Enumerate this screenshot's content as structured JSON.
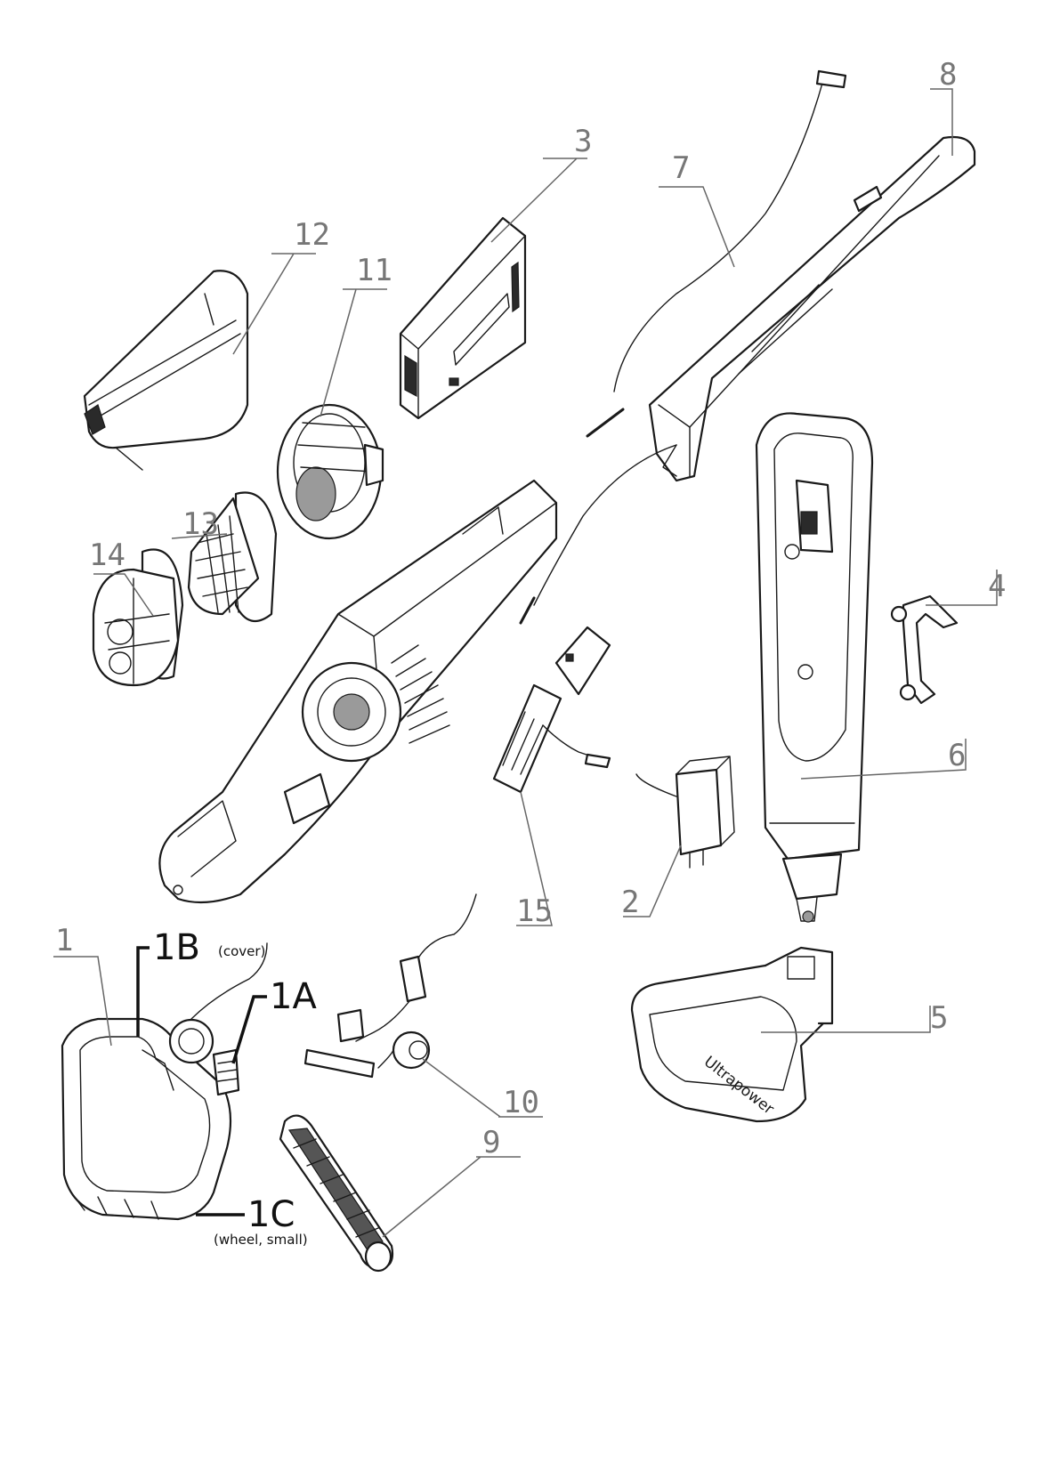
{
  "callouts": {
    "p1": "1",
    "p1A": "1A",
    "p1B": "1B",
    "p1B_note": "(cover)",
    "p1C": "1C",
    "p1C_note": "(wheel, small)",
    "p2": "2",
    "p3": "3",
    "p4": "4",
    "p5": "5",
    "p6": "6",
    "p7": "7",
    "p8": "8",
    "p9": "9",
    "p10": "10",
    "p11": "11",
    "p12": "12",
    "p13": "13",
    "p14": "14",
    "p15": "15"
  },
  "brand": "Ultrapower"
}
